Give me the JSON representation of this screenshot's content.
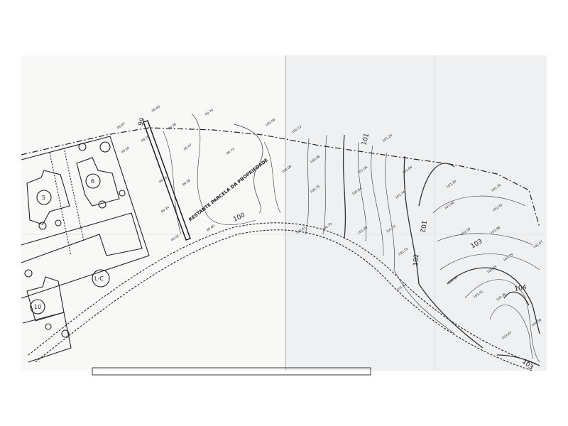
{
  "drawing": {
    "type": "topographic site plan (scanned, folded paper)",
    "property_label": "RESTANTE PARCELA DA PROPRIEDADE",
    "lots": [
      "5",
      "6",
      "10",
      "L-C"
    ],
    "major_contours": [
      "99",
      "100",
      "101",
      "102",
      "102",
      "103",
      "104",
      "103"
    ],
    "spot_heights": [
      "99.87",
      "99.40",
      "99.70",
      "99.26",
      "99.47",
      "99.73",
      "100.06",
      "100.09",
      "99.09",
      "99.16",
      "99.25",
      "99.36",
      "99.34",
      "99.60",
      "99.42",
      "100.13",
      "100.46",
      "100.75",
      "100.41",
      "100.79",
      "101.06",
      "101.24",
      "101.64",
      "101.74",
      "100.84",
      "101.20",
      "101.75",
      "101.47",
      "102.13",
      "102.30",
      "102.32",
      "102.44",
      "102.43",
      "102.59",
      "102.96",
      "103.43",
      "103.79",
      "102.95",
      "103.41",
      "103.36",
      "104.58",
      "103.87",
      "102.87"
    ],
    "colors": {
      "paper": "#f7f7f5",
      "paper_shadow": "#eceeef",
      "ink": "#1e1e1e"
    }
  }
}
